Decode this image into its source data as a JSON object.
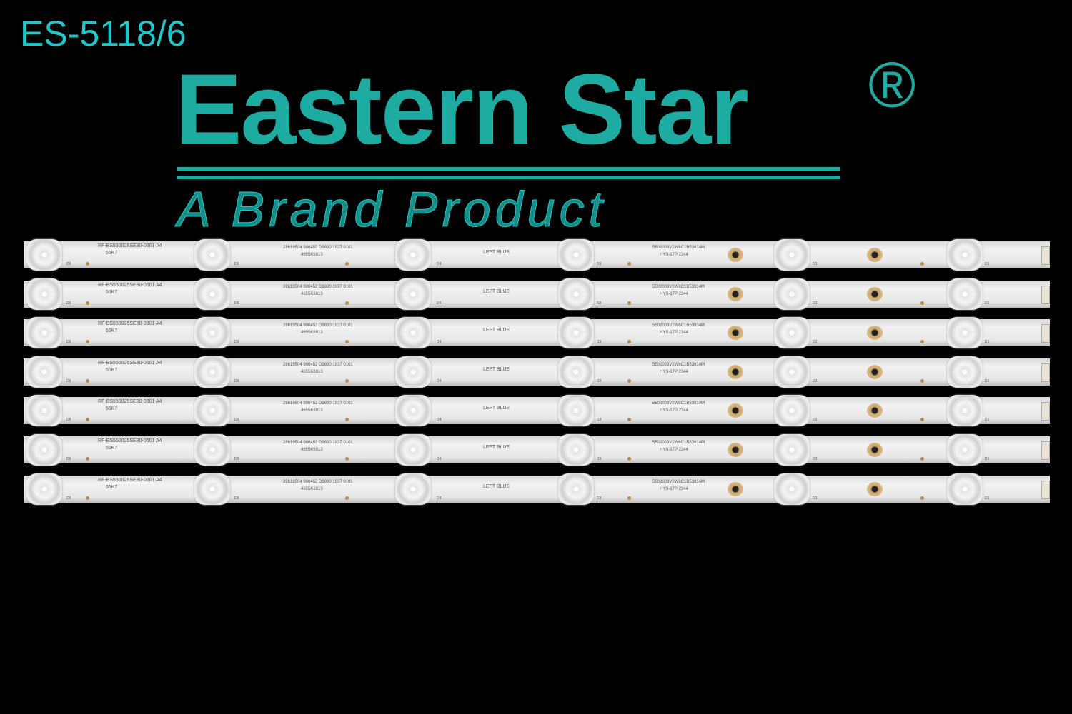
{
  "title": "ES-5118/6",
  "watermark": {
    "brand": "Eastern Star",
    "registered": "®",
    "tagline": "A Brand Product"
  },
  "strip": {
    "count": 7,
    "model": "RF-BS550025SE30-0601 A4",
    "model2": "55K7",
    "code1": "28619504 980452 D9830 1937 0101",
    "code2": "4655K6013",
    "side": "LEFT BLUE",
    "code3": "5502003V2W6C1B53914M",
    "code4": "HYS-17P 2344",
    "leds": [
      "D6",
      "D5",
      "D4",
      "D3",
      "D2",
      "D1"
    ]
  },
  "colors": {
    "accent": "#20c8cc"
  }
}
